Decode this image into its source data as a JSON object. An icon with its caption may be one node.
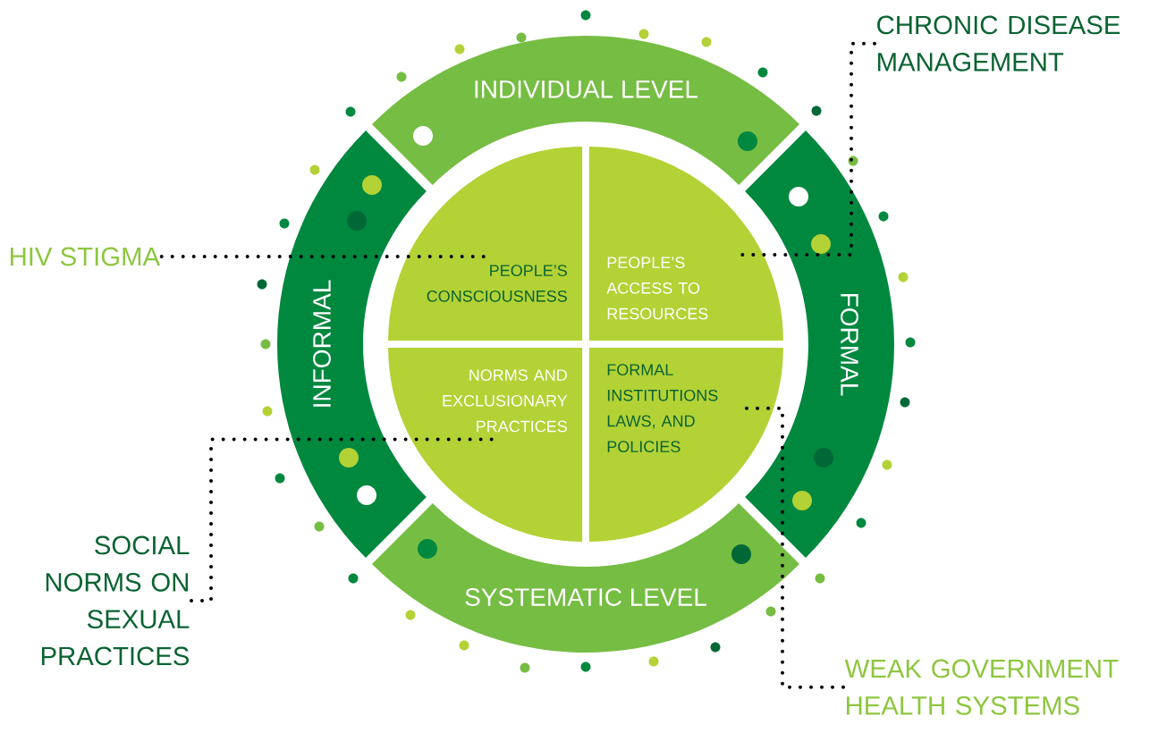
{
  "diagram": {
    "nodes": [
      {
        "text": [
          "INDIVIDUAL LEVEL"
        ]
      },
      {
        "text": [
          "INFORMAL"
        ]
      },
      {
        "text": [
          "FORMAL"
        ]
      },
      {
        "text": [
          "SYSTEMATIC LEVEL"
        ]
      },
      {
        "text": [
          "PEOPLE’S CONSCIOUSNESS"
        ]
      },
      {
        "text": [
          "PEOPLE’S ACCESS TO RESOURCES"
        ]
      },
      {
        "text": [
          "NORMS AND EXCLUSIONARY PRACTICES"
        ]
      },
      {
        "text": [
          "FORMAL INSTITUTIONS LAWS, AND POLICIES"
        ]
      },
      {
        "text": [
          "HIV STIGMA"
        ]
      },
      {
        "text": [
          "CHRONIC DISEASE MANAGEMENT"
        ]
      },
      {
        "text": [
          "SOCIAL NORMS ON SEXUAL PRACTICES"
        ]
      },
      {
        "text": [
          "WEAK GOVERNMENT HEALTH SYSTEMS"
        ]
      }
    ],
    "edges": [
      {
        "from": 8,
        "to": 4,
        "arrow": "none"
      },
      {
        "from": 9,
        "to": 5,
        "arrow": "none"
      },
      {
        "from": 10,
        "to": 6,
        "arrow": "none"
      },
      {
        "from": 11,
        "to": 7,
        "arrow": "none"
      }
    ]
  }
}
